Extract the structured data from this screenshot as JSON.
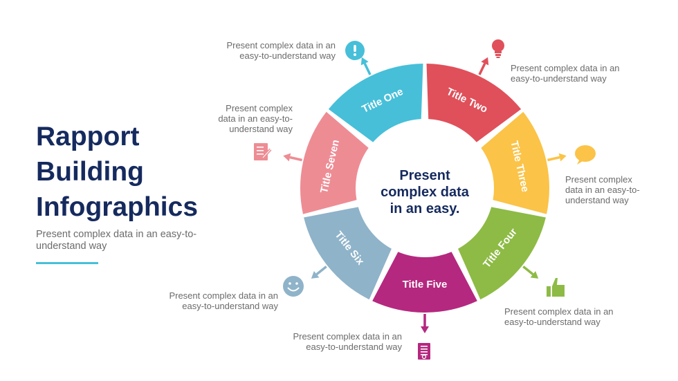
{
  "slide": {
    "title_lines": [
      "Rapport",
      "Building",
      "Infographics"
    ],
    "subtitle": "Present complex data in an easy-to-understand way",
    "accent": "#47BFD9",
    "center_text": [
      "Present",
      "complex data",
      "in an easy."
    ]
  },
  "segments": [
    {
      "label": "Title One",
      "color": "#47BFD9",
      "icon": "exclamation-icon",
      "text": [
        "Present complex data in an",
        "easy-to-understand way"
      ]
    },
    {
      "label": "Title Two",
      "color": "#E0505A",
      "icon": "lightbulb-icon",
      "text": [
        "Present complex data in an",
        "easy-to-understand way"
      ]
    },
    {
      "label": "Title Three",
      "color": "#FBC347",
      "icon": "speech-bubble-icon",
      "text": [
        "Present complex",
        "data in an easy-to-",
        "understand way"
      ]
    },
    {
      "label": "Title Four",
      "color": "#8DBB45",
      "icon": "thumbs-up-icon",
      "text": [
        "Present complex data in an",
        "easy-to-understand way"
      ]
    },
    {
      "label": "Title Five",
      "color": "#B5287F",
      "icon": "certificate-icon",
      "text": [
        "Present complex data in an",
        "easy-to-understand way"
      ]
    },
    {
      "label": "Title Six",
      "color": "#8FB3C9",
      "icon": "smiley-icon",
      "text": [
        "Present complex data in an",
        "easy-to-understand way"
      ]
    },
    {
      "label": "Title Seven",
      "color": "#EE8C94",
      "icon": "notepad-pencil-icon",
      "text": [
        "Present complex",
        "data in an easy-to-",
        "understand way"
      ]
    }
  ]
}
